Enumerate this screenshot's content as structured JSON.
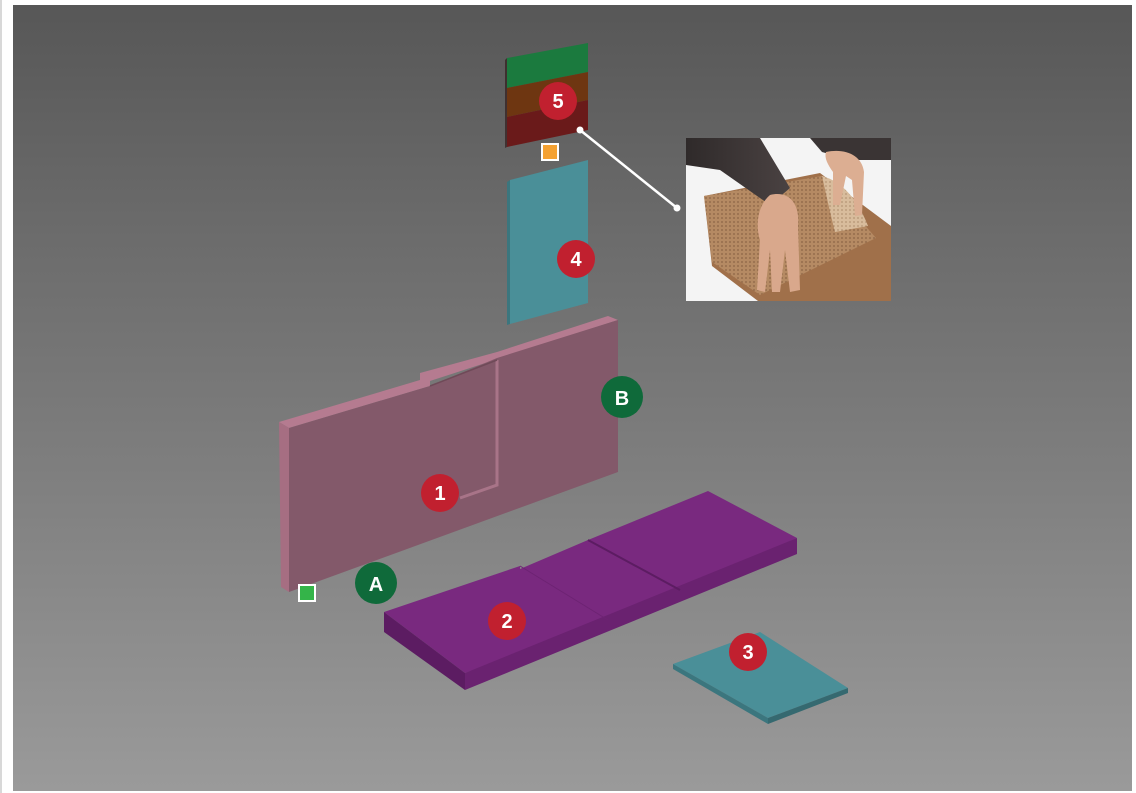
{
  "callouts": {
    "part_1": "1",
    "part_2": "2",
    "part_3": "3",
    "part_4": "4",
    "part_5": "5",
    "point_a": "A",
    "point_b": "B"
  },
  "colors": {
    "background_top": "#575757",
    "background_bottom": "#9a9a9a",
    "backrest": "#83596a",
    "seat": "#79297f",
    "seat_side": "#5c1c62",
    "teal_panel": "#4a8f98",
    "strip_green": "#1b7a3e",
    "strip_brown": "#6e3611",
    "strip_red": "#6a1a1a",
    "badge_red": "#c1202f",
    "badge_green": "#0f6a3a",
    "marker_orange": "#f5a233",
    "marker_green": "#34b449"
  },
  "inset_photo": {
    "subject": "hands-peeling-mesh-backing-from-panel"
  }
}
